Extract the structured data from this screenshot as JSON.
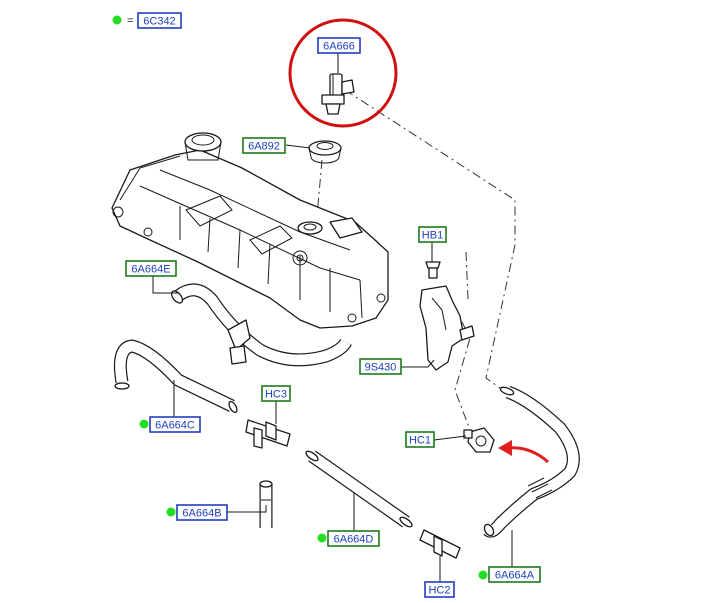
{
  "diagram": {
    "legend": {
      "label": "6C342"
    },
    "callouts": [
      {
        "id": "6A666",
        "text": "6A666",
        "style": "blue",
        "highlighted": true
      },
      {
        "id": "6A892",
        "text": "6A892",
        "style": "green"
      },
      {
        "id": "HB1",
        "text": "HB1",
        "style": "green"
      },
      {
        "id": "6A664E",
        "text": "6A664E",
        "style": "green"
      },
      {
        "id": "9S430",
        "text": "9S430",
        "style": "green"
      },
      {
        "id": "HC3",
        "text": "HC3",
        "style": "green"
      },
      {
        "id": "HC1",
        "text": "HC1",
        "style": "green"
      },
      {
        "id": "6A664C",
        "text": "6A664C",
        "style": "blue",
        "dot": true
      },
      {
        "id": "6A664B",
        "text": "6A664B",
        "style": "blue",
        "dot": true
      },
      {
        "id": "6A664D",
        "text": "6A664D",
        "style": "green",
        "dot": true
      },
      {
        "id": "HC2",
        "text": "HC2",
        "style": "blue"
      },
      {
        "id": "6A664A",
        "text": "6A664A",
        "style": "green",
        "dot": true
      }
    ]
  },
  "colors": {
    "callout_blue": "#1f3fbf",
    "callout_green": "#1e7a1e",
    "dot_green": "#22dd22",
    "highlight_circle": "#d01010",
    "arrow_red": "#e02020",
    "line": "#1a1a1a"
  }
}
